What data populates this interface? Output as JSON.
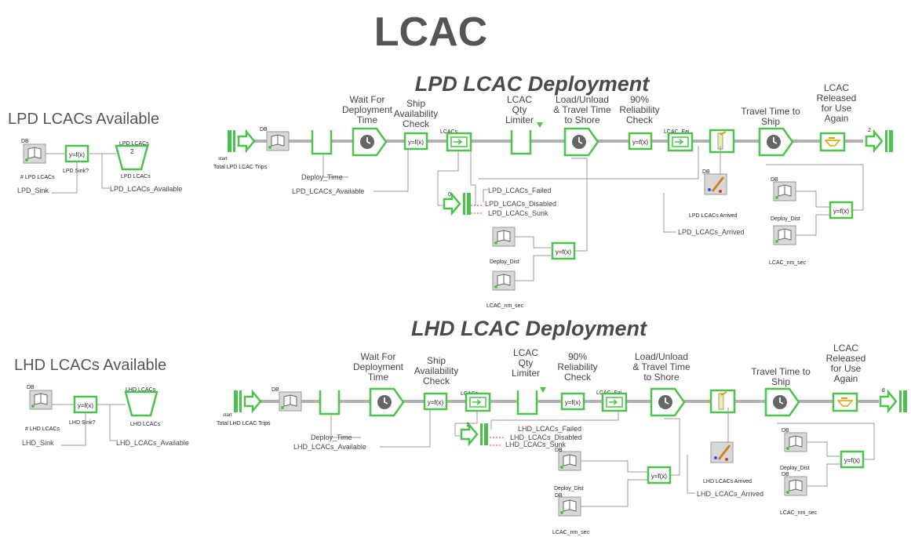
{
  "title": "LCAC",
  "colors": {
    "block_outline": "#4cc24c",
    "flow_line": "#b0b0b0",
    "wire": "#9a9a9a",
    "title_text": "#555555",
    "failure_link": "#e03030"
  },
  "lpd": {
    "available_title": "LPD LCACs Available",
    "section_title": "LPD LCAC Deployment",
    "side": {
      "db_label": "DB",
      "count_label": "# LPD LCACs",
      "sink_label": "LPD_Sink",
      "fx": "y=f(x)",
      "sink_check": "LPD Sink?",
      "pool_name": "LPD LCACs",
      "pool_count": "2",
      "pool_label": "LPD LCACs",
      "pool_c": "c",
      "pool_u": "U",
      "available_conn": "LPD_LCACs_Available"
    },
    "stages": {
      "wait": "Wait For Deployment Time",
      "avail": "Ship Availability Check",
      "qty": "LCAC Qty Limiter",
      "load": "Load/Unload & Travel Time to Shore",
      "rel": "90% Reliability Check",
      "travel": "Travel Time to Ship",
      "released": "LCAC Released for Use Again"
    },
    "start_label": "start",
    "trips_label": "Total LPD LCAC Trips",
    "exit_count": "2",
    "deploy_time": "Deploy_Time",
    "available_conn": "LPD_LCACs_Available",
    "failed": "LPD_LCACs_Failed",
    "disabled": "LPD_LCACs_Disabled",
    "sunk": "LPD_LCACs_Sunk",
    "fail_count": "0",
    "arrived_block": "LPD LCACs Arrived",
    "arrived_conn": "LPD_LCACs_Arrived",
    "deploy_dist": "Deploy_Dist",
    "lcac_nm_sec": "LCAC_nm_sec",
    "fx": "y=f(x)",
    "db": "DB",
    "lcacs_tag": "LCACs",
    "lcac_fail_tag": "LCAC_Fai"
  },
  "lhd": {
    "available_title": "LHD LCACs Available",
    "section_title": "LHD LCAC Deployment",
    "side": {
      "db_label": "DB",
      "count_label": "# LHD LCACs",
      "sink_label": "LHD_Sink",
      "fx": "y=f(x)",
      "sink_check": "LHD Sink?",
      "pool_name": "LHD LCACs",
      "pool_count": "",
      "pool_label": "LHD LCACs",
      "pool_c": "c",
      "pool_u": "U",
      "available_conn": "LHD_LCACs_Available"
    },
    "stages": {
      "wait": "Wait For Deployment Time",
      "avail": "Ship Availability Check",
      "qty": "LCAC Qty Limiter",
      "rel": "90% Reliability Check",
      "load": "Load/Unload & Travel Time to Shore",
      "travel": "Travel Time to Ship",
      "released": "LCAC Released for Use Again"
    },
    "start_label": "start",
    "trips_label": "Total LHD LCAC Trips",
    "exit_count": "8",
    "deploy_time": "Deploy_Time",
    "available_conn": "LHD_LCACs_Available",
    "failed": "LHD_LCACs_Failed",
    "disabled": "LHD_LCACs_Disabled",
    "sunk": "LHD_LCACs_Sunk",
    "fail_count": "1",
    "arrived_block": "LHD LCACs Arrived",
    "arrived_conn": "LHD_LCACs_Arrived",
    "deploy_dist": "Deploy_Dist",
    "lcac_nm_sec": "LCAC_nm_sec",
    "fx": "y=f(x)",
    "db": "DB",
    "lcacs_tag": "LCACs",
    "lcac_fail_tag": "LCAC_Fai"
  }
}
